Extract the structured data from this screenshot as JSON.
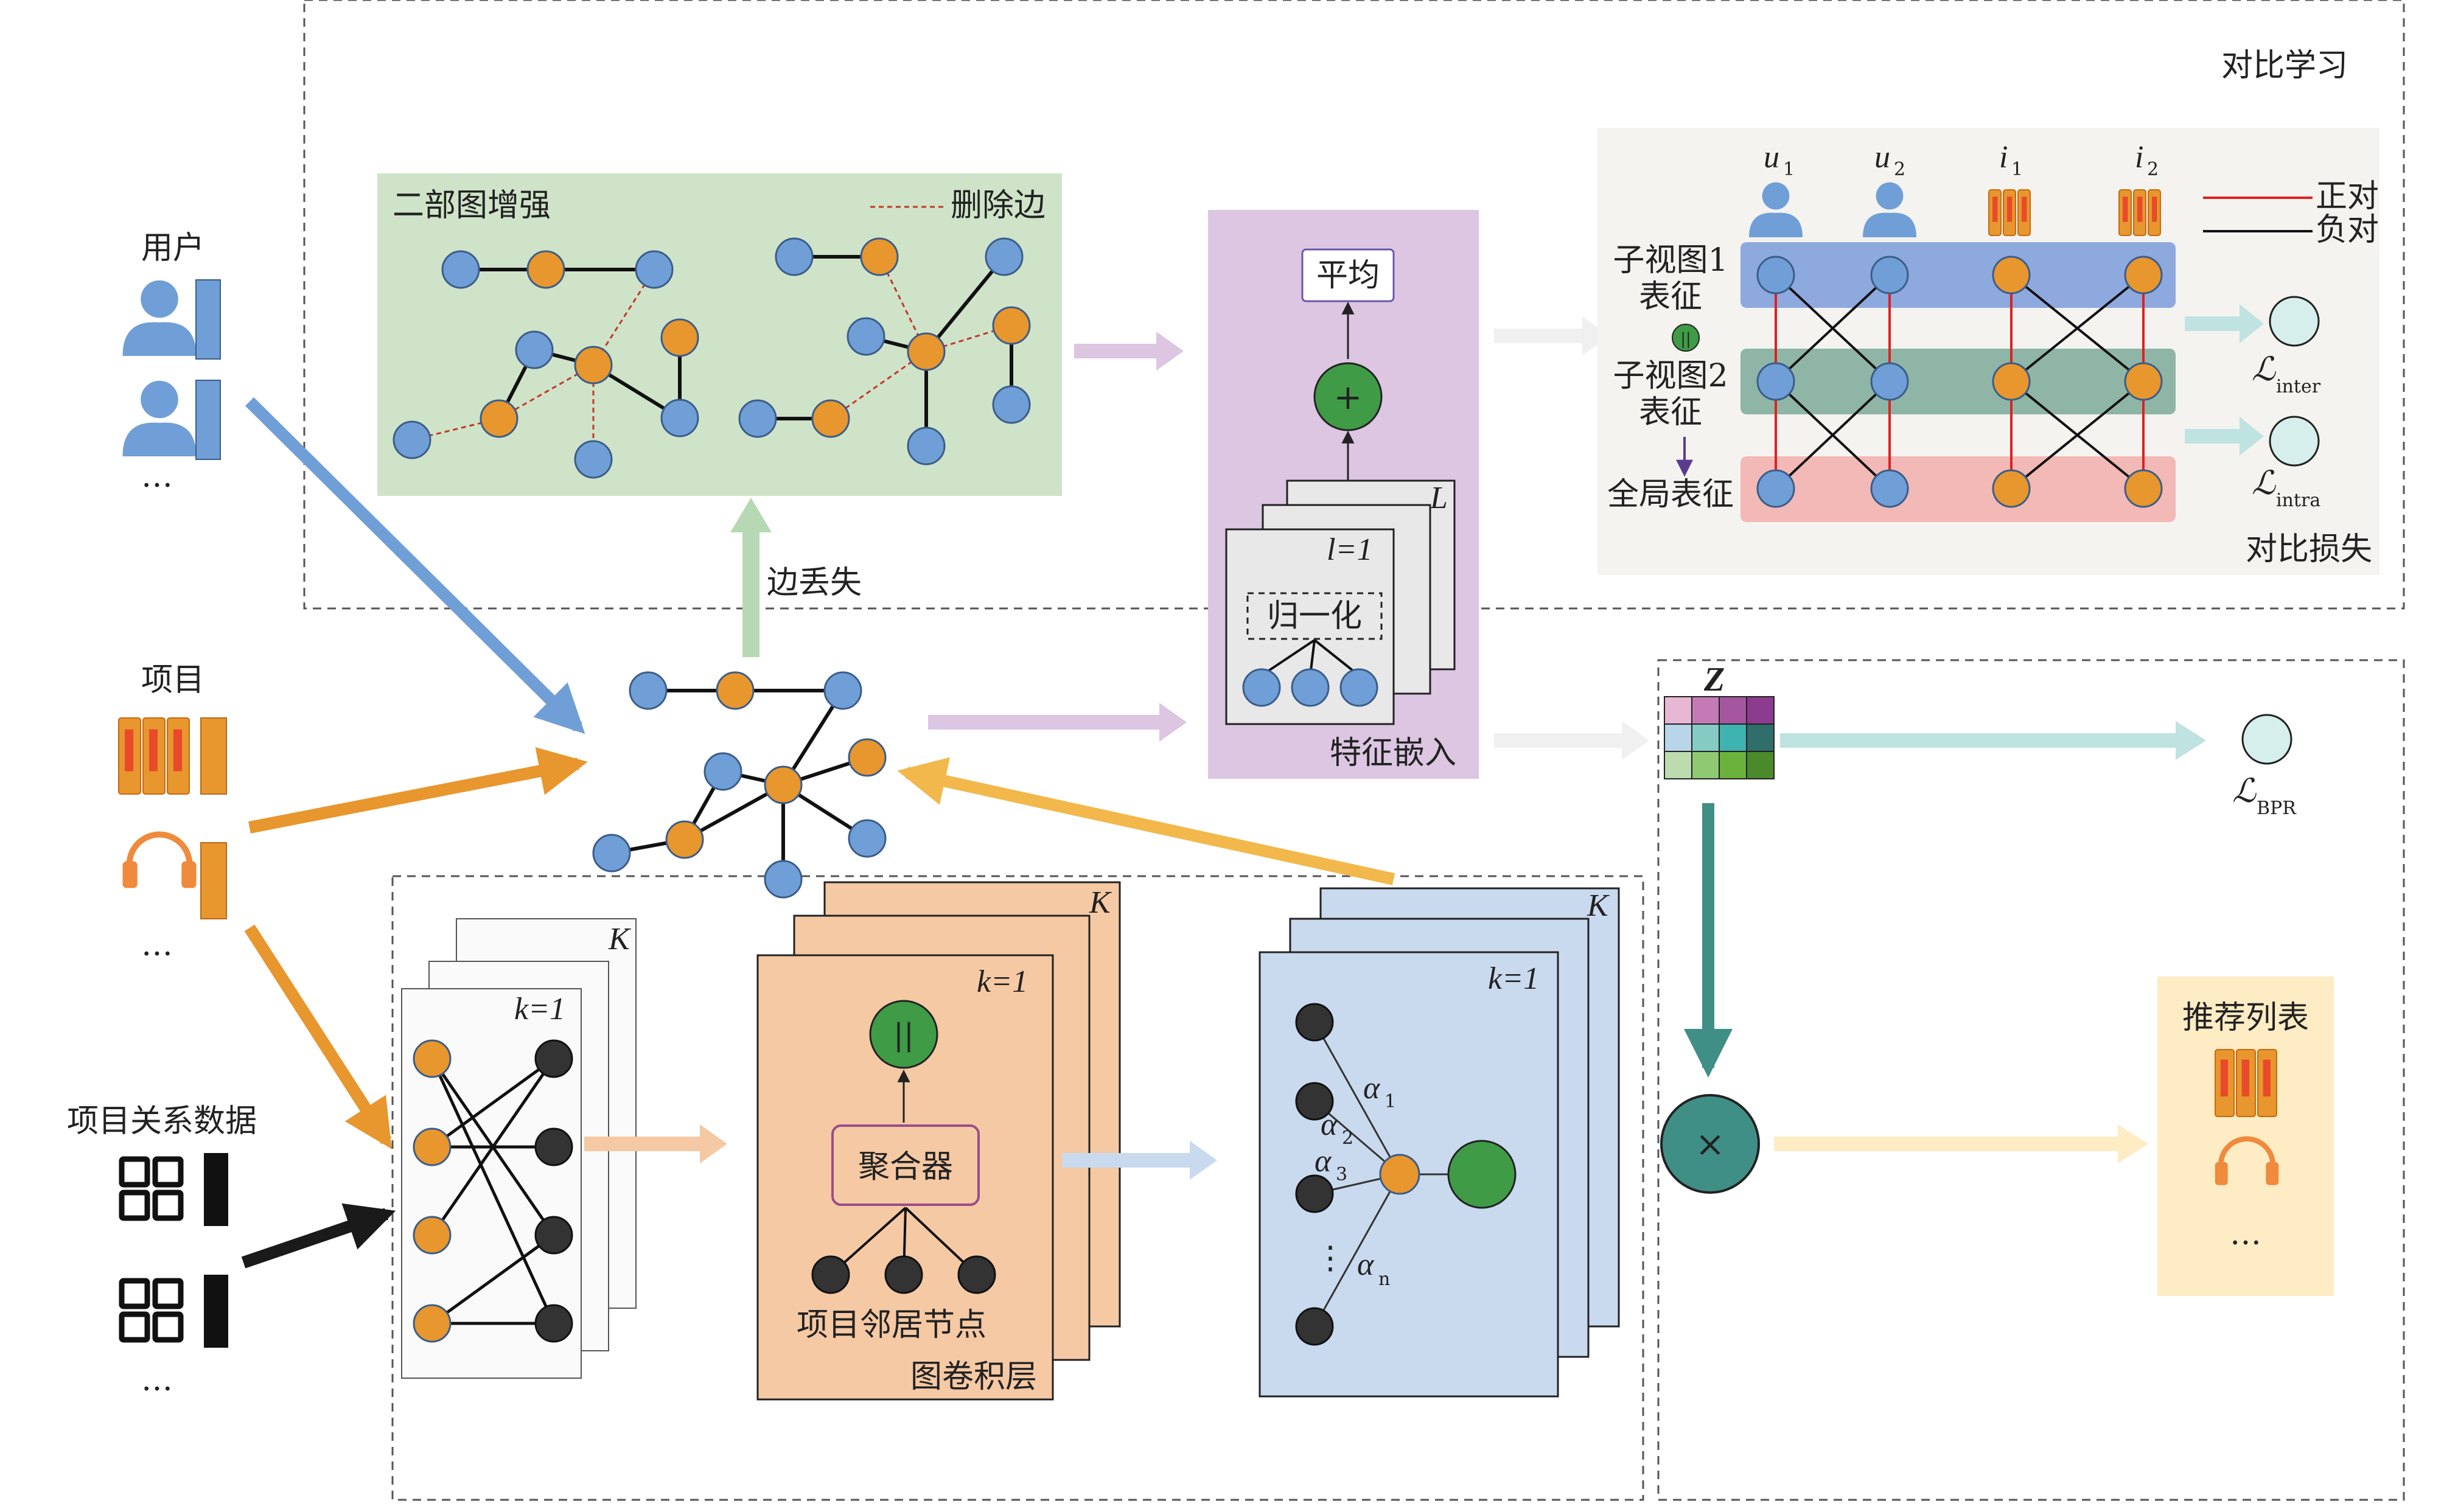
{
  "labels": {
    "contrastive_learning": "对比学习",
    "bipartite_augment": "二部图增强",
    "delete_edge": "删除边",
    "edge_dropout": "边丢失",
    "average": "平均",
    "normalize": "归一化",
    "feature_embedding": "特征嵌入",
    "layer_first": "l=1",
    "layer_last": "L",
    "subview1_line1": "子视图1",
    "subview1_line2": "表征",
    "subview2_line1": "子视图2",
    "subview2_line2": "表征",
    "global_repr": "全局表征",
    "positive_pair": "正对",
    "negative_pair": "负对",
    "contrastive_loss": "对比损失",
    "loss_inter_main": "ℒ",
    "loss_inter_sub": "inter",
    "loss_intra_main": "ℒ",
    "loss_intra_sub": "intra",
    "loss_bpr_main": "ℒ",
    "loss_bpr_sub": "BPR",
    "user": "用户",
    "item": "项目",
    "item_relation_data": "项目关系数据",
    "ellipsis": "…",
    "K": "K",
    "k1": "k=1",
    "aggregator": "聚合器",
    "item_neighbor_nodes": "项目邻居节点",
    "graph_conv_layer": "图卷积层",
    "concat_symbol": "||",
    "plus_symbol": "+",
    "times_symbol": "×",
    "Z": "Z",
    "recommend_list": "推荐列表",
    "u1_main": "u",
    "u1_sub": "1",
    "u2_main": "u",
    "u2_sub": "2",
    "i1_main": "i",
    "i1_sub": "1",
    "i2_main": "i",
    "i2_sub": "2",
    "alpha1_main": "α",
    "alpha1_sub": "1",
    "alpha2_main": "α",
    "alpha2_sub": "2",
    "alpha3_main": "α",
    "alpha3_sub": "3",
    "alphan_main": "α",
    "alphan_sub": "n",
    "vdots": "⋮"
  },
  "colors": {
    "user_blue": "#6f9fd6",
    "item_orange": "#e8962e",
    "green_panel": "#cfe3c8",
    "purple_panel": "#dcc6e2",
    "orange_panel": "#f5c9a4",
    "blue_panel": "#c9daef",
    "cream_panel": "#fdecc4",
    "teal": "#3f8f86",
    "green_node": "#3f9b46"
  },
  "matrix_colors": [
    [
      "#e8b7d4",
      "#c47bb5",
      "#a4579f",
      "#8c3b8f"
    ],
    [
      "#b9d5ea",
      "#85cbc4",
      "#3fb3b0",
      "#2f6e6a"
    ],
    [
      "#bcdcb0",
      "#8fc971",
      "#6bb23d",
      "#4a8a2a"
    ]
  ]
}
